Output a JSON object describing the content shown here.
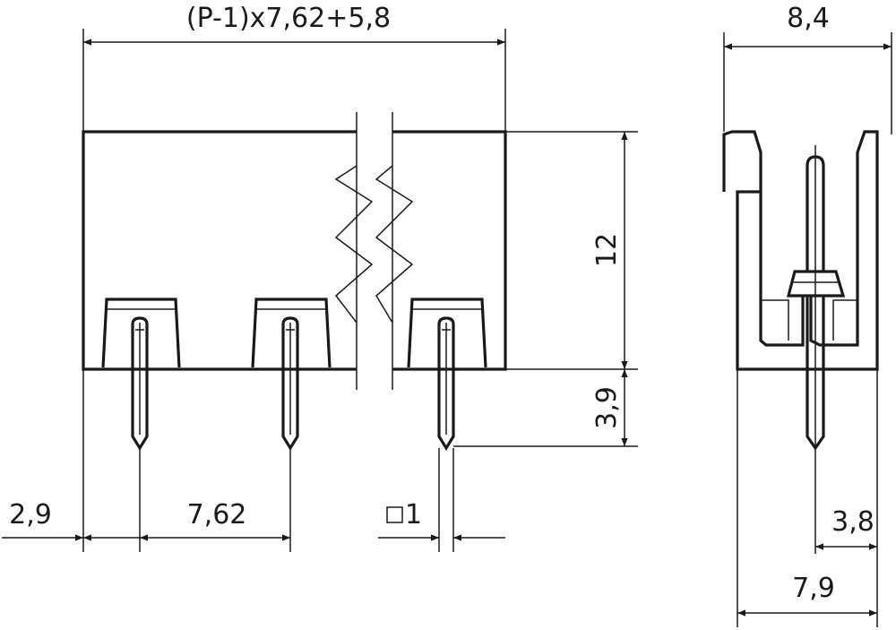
{
  "drawing": {
    "front_view": {
      "overall_width_formula": "(P-1)x7,62+5,8",
      "height_body": "12",
      "pin_protrusion": "3,9",
      "edge_to_first_pin": "2,9",
      "pin_pitch": "7,62",
      "pin_square_size": "1"
    },
    "side_view": {
      "width_top": "8,4",
      "pin_offset": "3,8",
      "width_bottom": "7,9"
    }
  },
  "colors": {
    "line": "#1a1a1a",
    "background": "#ffffff"
  }
}
